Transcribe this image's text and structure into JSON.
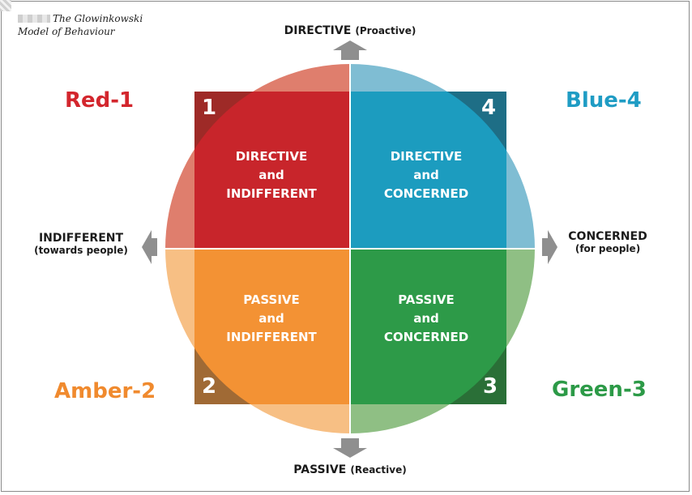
{
  "caption": {
    "line1": "The Glowinkowski",
    "line2": "Model of Behaviour"
  },
  "axes": {
    "top": {
      "main": "DIRECTIVE",
      "sub": "(Proactive)"
    },
    "bottom": {
      "main": "PASSIVE",
      "sub": "(Reactive)"
    },
    "left": {
      "main": "INDIFFERENT",
      "sub": "(towards people)"
    },
    "right": {
      "main": "CONCERNED",
      "sub": "(for people)"
    }
  },
  "quadrants": [
    {
      "number": "1",
      "title": "Red-1",
      "line1": "DIRECTIVE",
      "line2": "and",
      "line3": "INDIFFERENT",
      "color": "#c8252b"
    },
    {
      "number": "4",
      "title": "Blue-4",
      "line1": "DIRECTIVE",
      "line2": "and",
      "line3": "CONCERNED",
      "color": "#1c9cbf"
    },
    {
      "number": "2",
      "title": "Amber-2",
      "line1": "PASSIVE",
      "line2": "and",
      "line3": "INDIFFERENT",
      "color": "#f39234"
    },
    {
      "number": "3",
      "title": "Green-3",
      "line1": "PASSIVE",
      "line2": "and",
      "line3": "CONCERNED",
      "color": "#2d9a48"
    }
  ],
  "colors": {
    "arrow": "#8f8f8f",
    "red_title": "#d3262d",
    "blue_title": "#1f9cc4",
    "amber_title": "#f08a2e",
    "green_title": "#2c9a47"
  }
}
